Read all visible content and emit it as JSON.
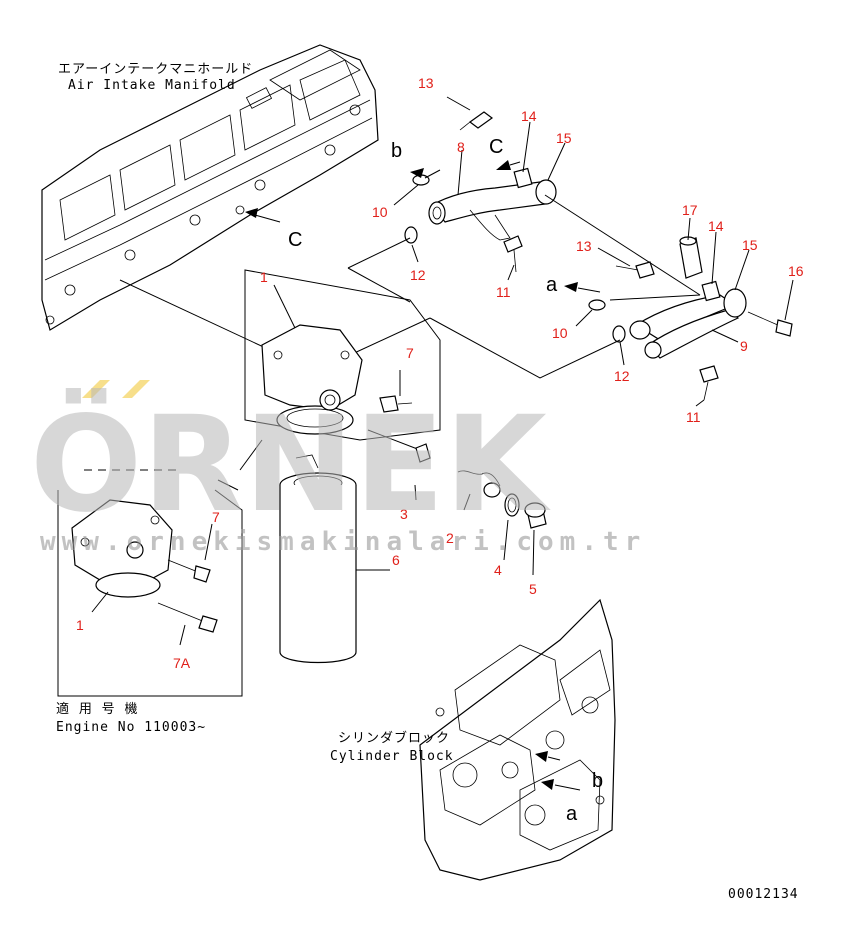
{
  "labels": {
    "manifold_jp": "エアーインテークマニホールド",
    "manifold_en": "Air Intake Manifold",
    "applicable_jp": "適 用 号 機",
    "engine_no": "Engine No 110003~",
    "cylinder_jp": "シリンダブロック",
    "cylinder_en": "Cylinder Block",
    "drawing_no": "00012134"
  },
  "watermark": {
    "brand": "ÖRNEK",
    "url": "www.ornekismakinalari.com.tr"
  },
  "callouts": {
    "c1a": "1",
    "c1b": "1",
    "c2": "2",
    "c3": "3",
    "c4": "4",
    "c5": "5",
    "c6": "6",
    "c7a": "7",
    "c7b": "7",
    "c7A": "7A",
    "c8": "8",
    "c9": "9",
    "c10a": "10",
    "c10b": "10",
    "c11a": "11",
    "c11b": "11",
    "c12a": "12",
    "c12b": "12",
    "c13a": "13",
    "c13b": "13",
    "c14a": "14",
    "c14b": "14",
    "c15a": "15",
    "c15b": "15",
    "c16": "16",
    "c17": "17"
  },
  "view_letters": {
    "b_top": "b",
    "c_top": "C",
    "c_manifold": "C",
    "a_mid": "a",
    "a_block": "a",
    "b_block": "b"
  },
  "colors": {
    "callout": "#e0201a",
    "line": "#000000",
    "watermark": "#b8b8b8",
    "accent": "#f5d76e"
  }
}
